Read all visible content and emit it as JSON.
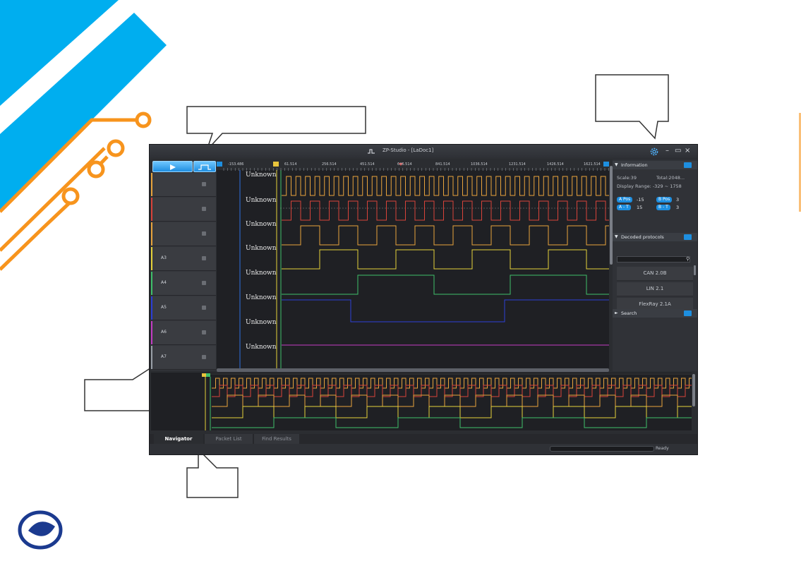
{
  "window": {
    "title": "ZP-Studio - [LaDoc1]",
    "status": "Ready",
    "minimize_glyph": "–",
    "maximize_glyph": "▭",
    "close_glyph": "×"
  },
  "channels": [
    {
      "label": "",
      "color": "#e8a33c"
    },
    {
      "label": "",
      "color": "#d9433a"
    },
    {
      "label": "",
      "color": "#e8a33c"
    },
    {
      "label": "A3",
      "color": "#e6d23a"
    },
    {
      "label": "A4",
      "color": "#3fbf6a"
    },
    {
      "label": "A5",
      "color": "#2c3fd6"
    },
    {
      "label": "A6",
      "color": "#c43cc4"
    },
    {
      "label": "A7",
      "color": "#9aa0a8"
    }
  ],
  "ruler": {
    "labels": [
      "-153.486",
      "61.514",
      "256.514",
      "451.514",
      "646.514",
      "841.514",
      "1036.514",
      "1231.514",
      "1426.514",
      "1621.514"
    ]
  },
  "decoded_labels": [
    "Unknown",
    "Unknown",
    "Unknown",
    "Unknown",
    "Unknown",
    "Unknown",
    "Unknown",
    "Unknown"
  ],
  "info_panel": {
    "title": "Information",
    "scale": "Scale:39",
    "total": "Total:2048...",
    "display_range": "Display Range: -329 ~ 1758",
    "a_pos_label": "A Pos",
    "a_pos_value": "-15",
    "b_pos_label": "B Pos",
    "b_pos_value": "3",
    "a_t_label": "A - T",
    "a_t_value": "15",
    "b_t_label": "B - T",
    "b_t_value": "3"
  },
  "decoded_protocols": {
    "title": "Decoded protocols",
    "search_placeholder": "",
    "items": [
      "CAN 2.0B",
      "LIN 2.1",
      "FlexRay 2.1A"
    ]
  },
  "search_panel": {
    "title": "Search"
  },
  "tabs": [
    {
      "label": "Navigator",
      "active": true
    },
    {
      "label": "Packet List",
      "active": false
    },
    {
      "label": "Find Results",
      "active": false
    }
  ],
  "colors": {
    "brand_blue": "#00aeef",
    "circuit_orange": "#f7941d",
    "accent": "#1e8fe0",
    "logo_navy": "#1b3a8f"
  }
}
